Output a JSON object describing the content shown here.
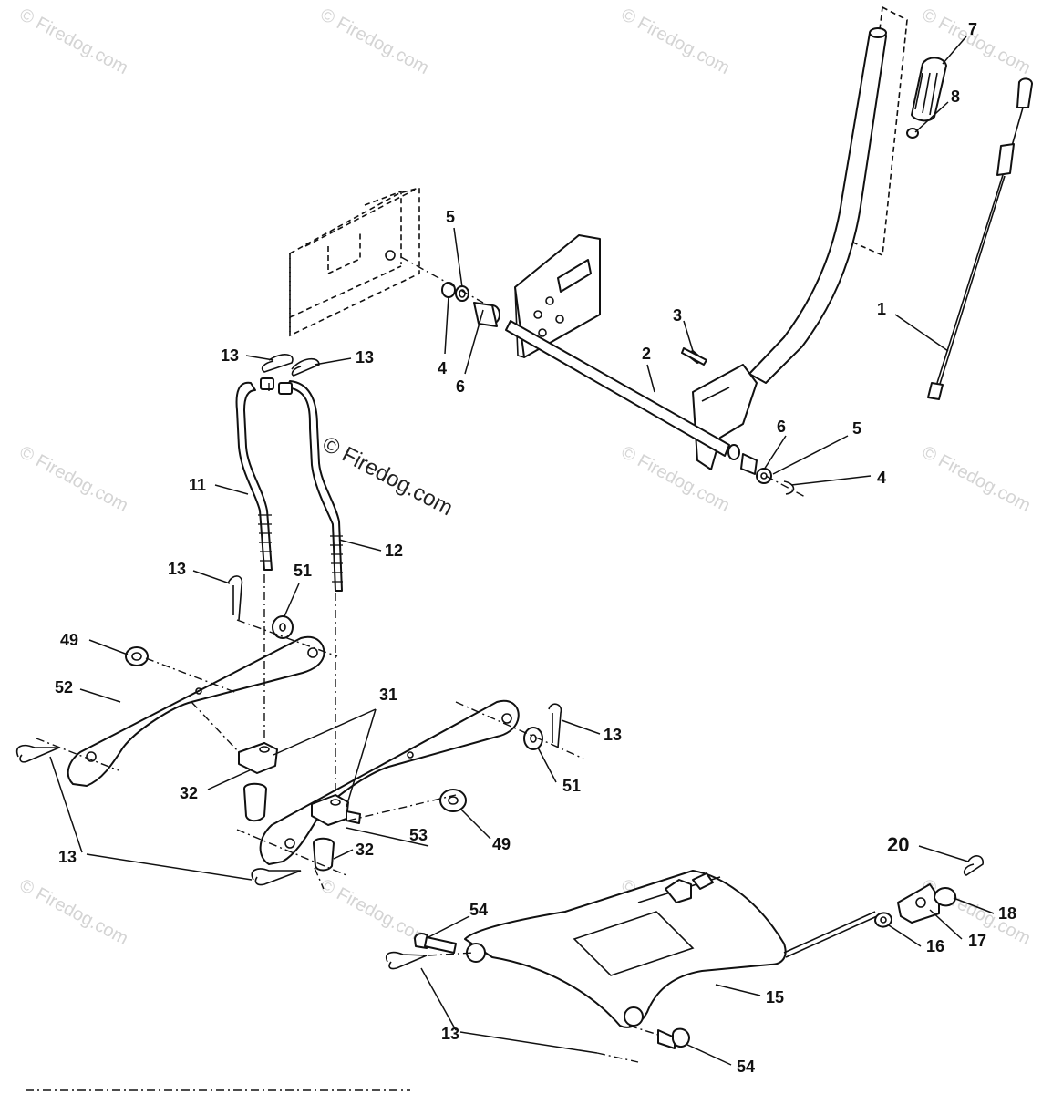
{
  "watermark": {
    "text": "© Firedog.com",
    "center_text": "© Firedog.com"
  },
  "colors": {
    "line": "#111111",
    "watermark": "#d4d4d4",
    "background": "#ffffff"
  },
  "callouts": [
    {
      "id": "c1",
      "label": "1"
    },
    {
      "id": "c2",
      "label": "2"
    },
    {
      "id": "c3",
      "label": "3"
    },
    {
      "id": "c4a",
      "label": "4"
    },
    {
      "id": "c4b",
      "label": "4"
    },
    {
      "id": "c5a",
      "label": "5"
    },
    {
      "id": "c5b",
      "label": "5"
    },
    {
      "id": "c6a",
      "label": "6"
    },
    {
      "id": "c6b",
      "label": "6"
    },
    {
      "id": "c7",
      "label": "7"
    },
    {
      "id": "c8",
      "label": "8"
    },
    {
      "id": "c11",
      "label": "11"
    },
    {
      "id": "c12",
      "label": "12"
    },
    {
      "id": "c13a",
      "label": "13"
    },
    {
      "id": "c13b",
      "label": "13"
    },
    {
      "id": "c13c",
      "label": "13"
    },
    {
      "id": "c13d",
      "label": "13"
    },
    {
      "id": "c13e",
      "label": "13"
    },
    {
      "id": "c13f",
      "label": "13"
    },
    {
      "id": "c15",
      "label": "15"
    },
    {
      "id": "c16",
      "label": "16"
    },
    {
      "id": "c17",
      "label": "17"
    },
    {
      "id": "c18",
      "label": "18"
    },
    {
      "id": "c20",
      "label": "20"
    },
    {
      "id": "c31",
      "label": "31"
    },
    {
      "id": "c32a",
      "label": "32"
    },
    {
      "id": "c32b",
      "label": "32"
    },
    {
      "id": "c49a",
      "label": "49"
    },
    {
      "id": "c49b",
      "label": "49"
    },
    {
      "id": "c51a",
      "label": "51"
    },
    {
      "id": "c51b",
      "label": "51"
    },
    {
      "id": "c52",
      "label": "52"
    },
    {
      "id": "c53",
      "label": "53"
    },
    {
      "id": "c54a",
      "label": "54"
    },
    {
      "id": "c54b",
      "label": "54"
    }
  ]
}
